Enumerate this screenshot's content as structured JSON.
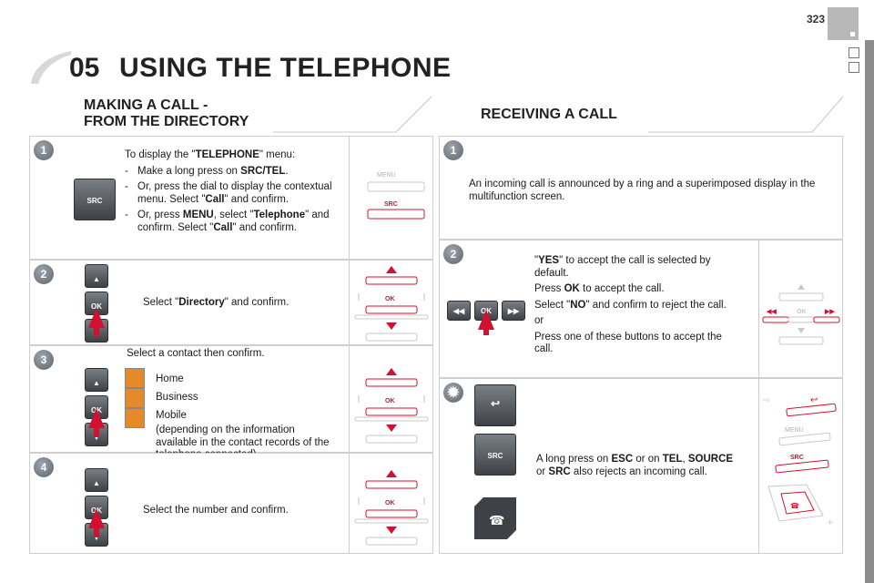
{
  "page": {
    "number": "323"
  },
  "chapter": {
    "number": "05",
    "title": "USING THE TELEPHONE"
  },
  "left_section": {
    "title_line1": "MAKING A CALL -",
    "title_line2": "FROM THE DIRECTORY"
  },
  "right_section": {
    "title": "RECEIVING A CALL"
  },
  "left_steps": [
    {
      "number": "1",
      "intro_pre": "To display the \"",
      "intro_bold": "TELEPHONE",
      "intro_post": "\" menu:",
      "bullets": [
        {
          "pre": "Make a long press on ",
          "bold": "SRC/TEL",
          "post": "."
        },
        {
          "pre": "Or, press the dial to display the contextual menu. Select \"",
          "bold": "Call",
          "post": "\" and confirm."
        },
        {
          "pre": "Or, press ",
          "bold": "MENU",
          "mid": ", select \"",
          "bold2": "Telephone",
          "mid2": "\" and confirm. Select \"",
          "bold3": "Call",
          "post": "\" and confirm."
        }
      ],
      "button_label": "SRC",
      "diagram_menu": "MENU",
      "diagram_src": "SRC"
    },
    {
      "number": "2",
      "text_pre": "Select \"",
      "text_bold": "Directory",
      "text_post": "\" and confirm.",
      "ok_label": "OK"
    },
    {
      "number": "3",
      "text": "Select a contact then confirm.",
      "contact_types": [
        "Home",
        "Business",
        "Mobile"
      ],
      "note": "(depending on the information available in the contact records of the telephone connected).",
      "ok_label": "OK"
    },
    {
      "number": "4",
      "text": "Select the number and confirm.",
      "ok_label": "OK"
    }
  ],
  "right_steps": [
    {
      "number": "1",
      "text": "An incoming call is announced by a ring and a superimposed display in the multifunction screen."
    },
    {
      "number": "2",
      "yes_pre": "\"",
      "yes_bold": "YES",
      "yes_post": "\" to accept the call is selected by default.",
      "ok_pre": "Press ",
      "ok_bold": "OK",
      "ok_post": " to accept the call.",
      "no_pre": "Select \"",
      "no_bold": "NO",
      "no_post": "\" and confirm to reject the call.",
      "or": "or",
      "press_text": "Press one of these buttons to accept the call.",
      "ok_label": "OK"
    },
    {
      "number": "",
      "text_pre": "A long press on ",
      "esc": "ESC",
      "t1": " or on ",
      "tel": "TEL",
      "t2": ",",
      "source": "SOURCE",
      "t3": " or ",
      "src": "SRC",
      "t4": " also rejects an incoming call.",
      "button_label": "SRC",
      "diagram_menu": "MENU",
      "diagram_src": "SRC"
    }
  ],
  "colors": {
    "accent": "#d41030",
    "panel_border": "#cfcfcf",
    "heading": "#222222"
  }
}
